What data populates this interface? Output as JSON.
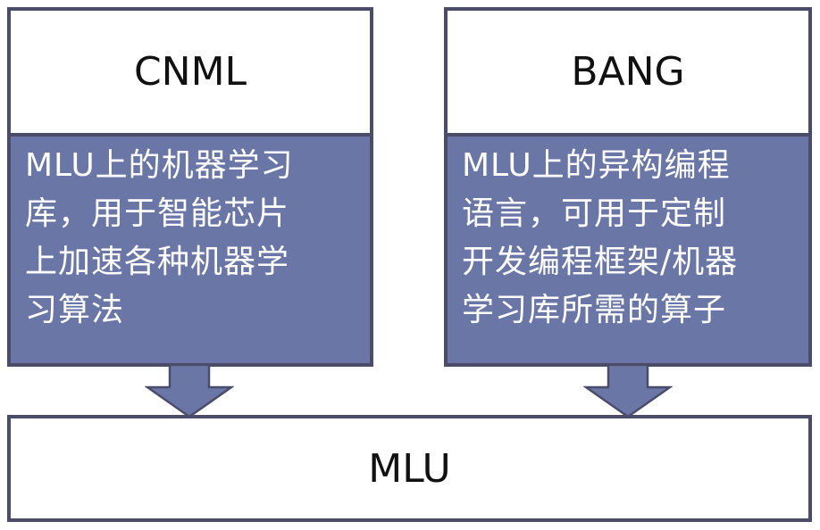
{
  "left": {
    "title": "CNML",
    "description_lines": [
      "MLU上的机器学习",
      "库，用于智能芯片",
      "上加速各种机器学",
      "习算法"
    ]
  },
  "right": {
    "title": "BANG",
    "description_lines": [
      "MLU上的异构编程",
      "语言，可用于定制",
      "开发编程框架/机器",
      "学习库所需的算子"
    ]
  },
  "bottom": {
    "title": "MLU"
  },
  "colors": {
    "border": "#4a4c6a",
    "fill": "#6a77a6",
    "arrow": "#6a77a6"
  }
}
